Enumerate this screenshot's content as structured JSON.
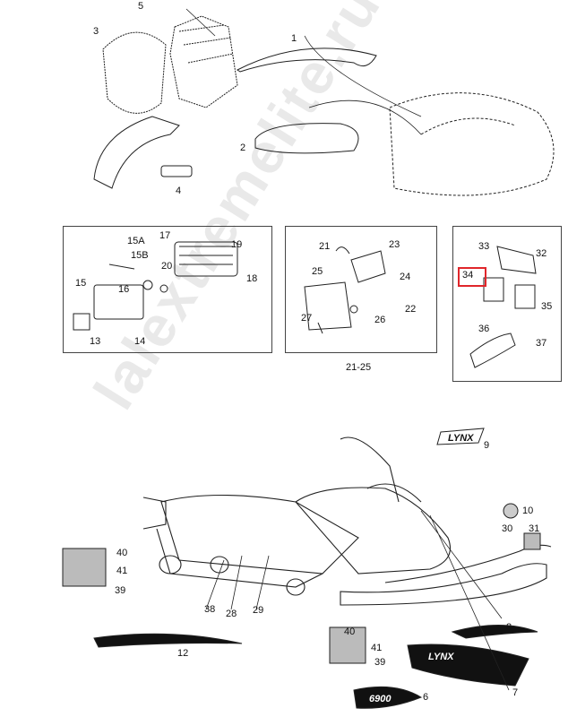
{
  "callouts": {
    "c1": "1",
    "c2": "2",
    "c3": "3",
    "c4": "4",
    "c5": "5",
    "c6": "6",
    "c7": "7",
    "c8": "8",
    "c9": "9",
    "c10": "10",
    "c12": "12",
    "c13": "13",
    "c14": "14",
    "c15": "15",
    "c15a": "15A",
    "c15b": "15B",
    "c16": "16",
    "c17": "17",
    "c18": "18",
    "c19": "19",
    "c20": "20",
    "c21": "21",
    "c22": "22",
    "c23": "23",
    "c24": "24",
    "c25": "25",
    "c26": "26",
    "c27": "27",
    "c28": "28",
    "c29": "29",
    "c30": "30",
    "c31": "31",
    "c32": "32",
    "c33": "33",
    "c34": "34",
    "c35": "35",
    "c36": "36",
    "c37": "37",
    "c38": "38",
    "c39a": "39",
    "c39b": "39",
    "c40": "40",
    "c41a": "41",
    "c41b": "41",
    "range": "21-25"
  },
  "decals": {
    "brand": "LYNX",
    "model": "6900"
  },
  "watermark": "lalextremelite.ru",
  "colors": {
    "highlight": "#e0262b",
    "line": "#222222"
  }
}
